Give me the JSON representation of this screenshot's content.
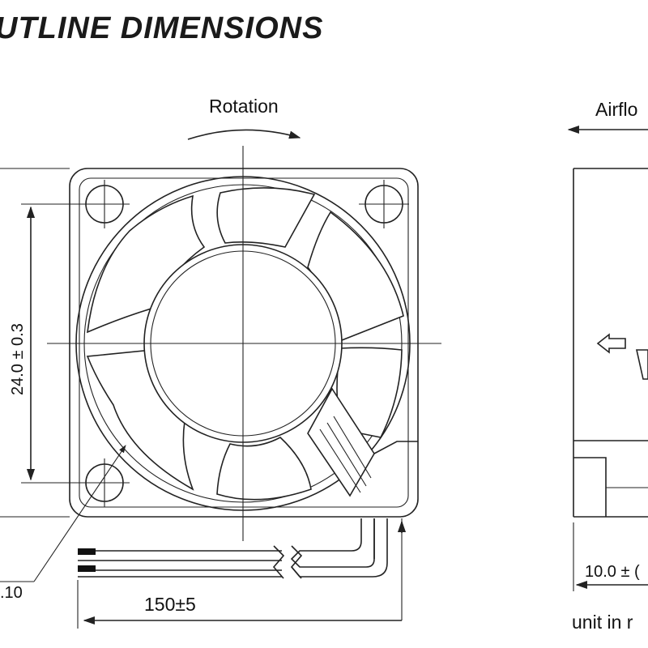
{
  "title": "UTLINE DIMENSIONS",
  "labels": {
    "rotation": "Rotation",
    "airflow": "Airflo",
    "height_dim": "24.0 ± 0.3",
    "cable_length": "150±5",
    "hole_dim": ".10",
    "depth_dim": "10.0 ± (",
    "unit": "unit in r"
  }
}
